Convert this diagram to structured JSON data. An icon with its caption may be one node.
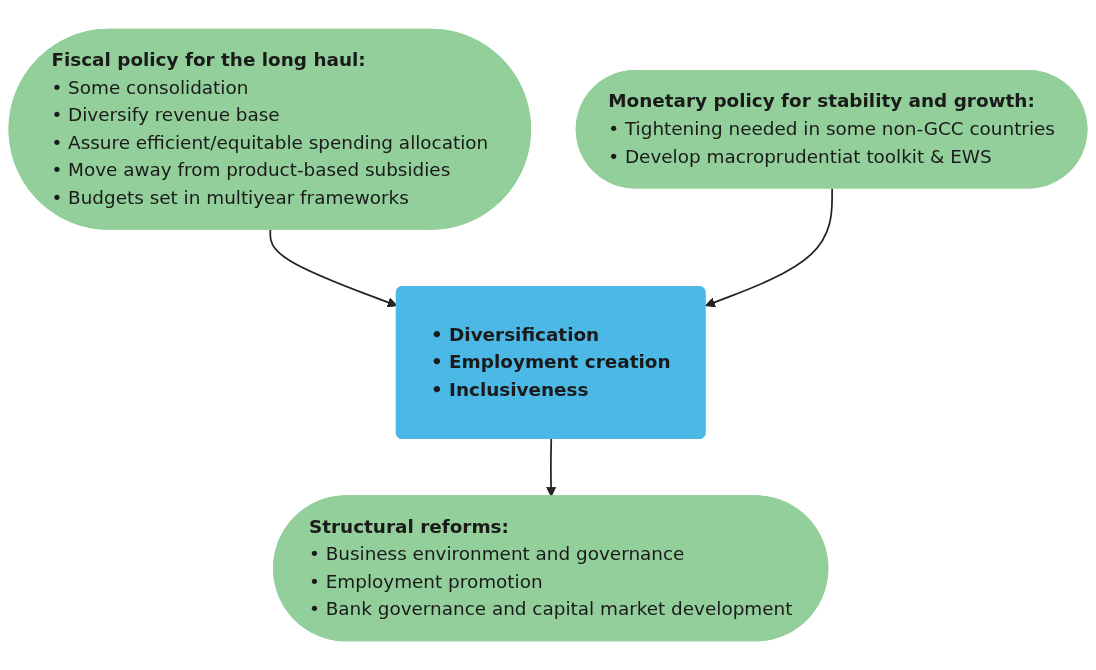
{
  "diagram": {
    "nodes": [
      {
        "text": [
          "Fiscal policy for the long haul:",
          "• Some consolidation",
          "• Diversify revenue base",
          "• Assure efficient/equitable spending allocation",
          "• Move away from product-based subsidies",
          "• Budgets set in multiyear frameworks"
        ]
      },
      {
        "text": [
          "Monetary policy for stability and growth:",
          "• Tightening needed in some non-GCC countries",
          "• Develop macroprudentiat toolkit & EWS"
        ]
      },
      {
        "text": [
          "• Diversification",
          "• Employment creation",
          "• Inclusiveness"
        ]
      },
      {
        "text": [
          "Structural reforms:",
          "• Business environment and governance",
          "• Employment promotion",
          "• Bank governance and capital market development"
        ]
      }
    ],
    "edges": [
      {
        "from": 0,
        "to": 2,
        "arrow": "to"
      },
      {
        "from": 1,
        "to": 2,
        "arrow": "to"
      },
      {
        "from": 2,
        "to": 3,
        "arrow": "to"
      }
    ]
  }
}
